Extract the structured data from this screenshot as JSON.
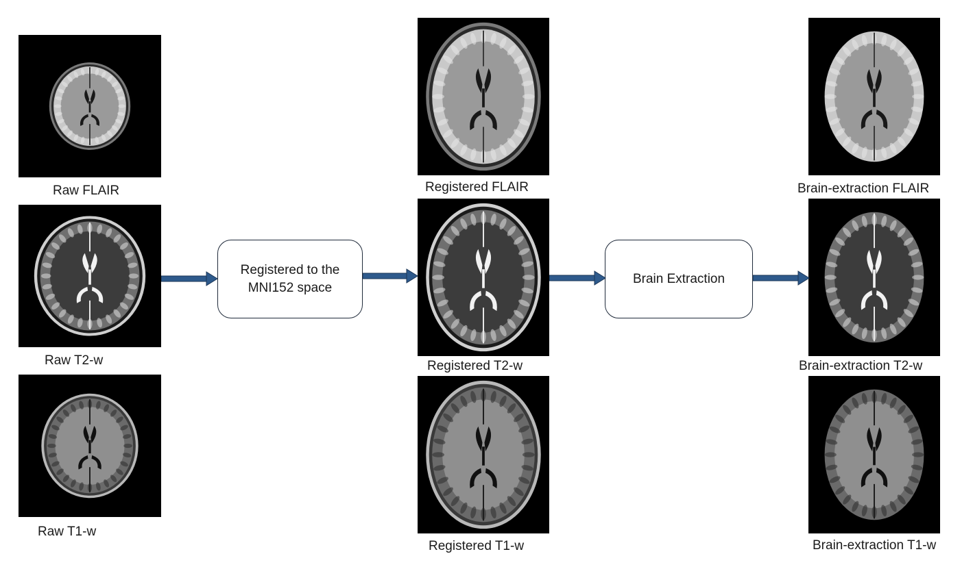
{
  "stages": {
    "raw": {
      "flair": {
        "caption": "Raw FLAIR",
        "modality": "flair",
        "skull": true
      },
      "t2": {
        "caption": "Raw T2-w",
        "modality": "t2",
        "skull": true
      },
      "t1": {
        "caption": "Raw T1-w",
        "modality": "t1",
        "skull": true
      }
    },
    "registered": {
      "flair": {
        "caption": "Registered FLAIR",
        "modality": "flair",
        "skull": true
      },
      "t2": {
        "caption": "Registered T2-w",
        "modality": "t2",
        "skull": true
      },
      "t1": {
        "caption": "Registered T1-w",
        "modality": "t1",
        "skull": true
      }
    },
    "extracted": {
      "flair": {
        "caption": "Brain-extraction FLAIR",
        "modality": "flair",
        "skull": false
      },
      "t2": {
        "caption": "Brain-extraction T2-w",
        "modality": "t2",
        "skull": false
      },
      "t1": {
        "caption": "Brain-extraction T1-w",
        "modality": "t1",
        "skull": false
      }
    }
  },
  "process_boxes": {
    "registration": {
      "label_line1": "Registered to the",
      "label_line2": "MNI152 space"
    },
    "extraction": {
      "label": "Brain Extraction"
    }
  },
  "colors": {
    "arrow": "#2e5a8c",
    "arrow_edge": "#1b3556",
    "box_border": "#1f2a3a",
    "panel_bg": "#000000"
  }
}
